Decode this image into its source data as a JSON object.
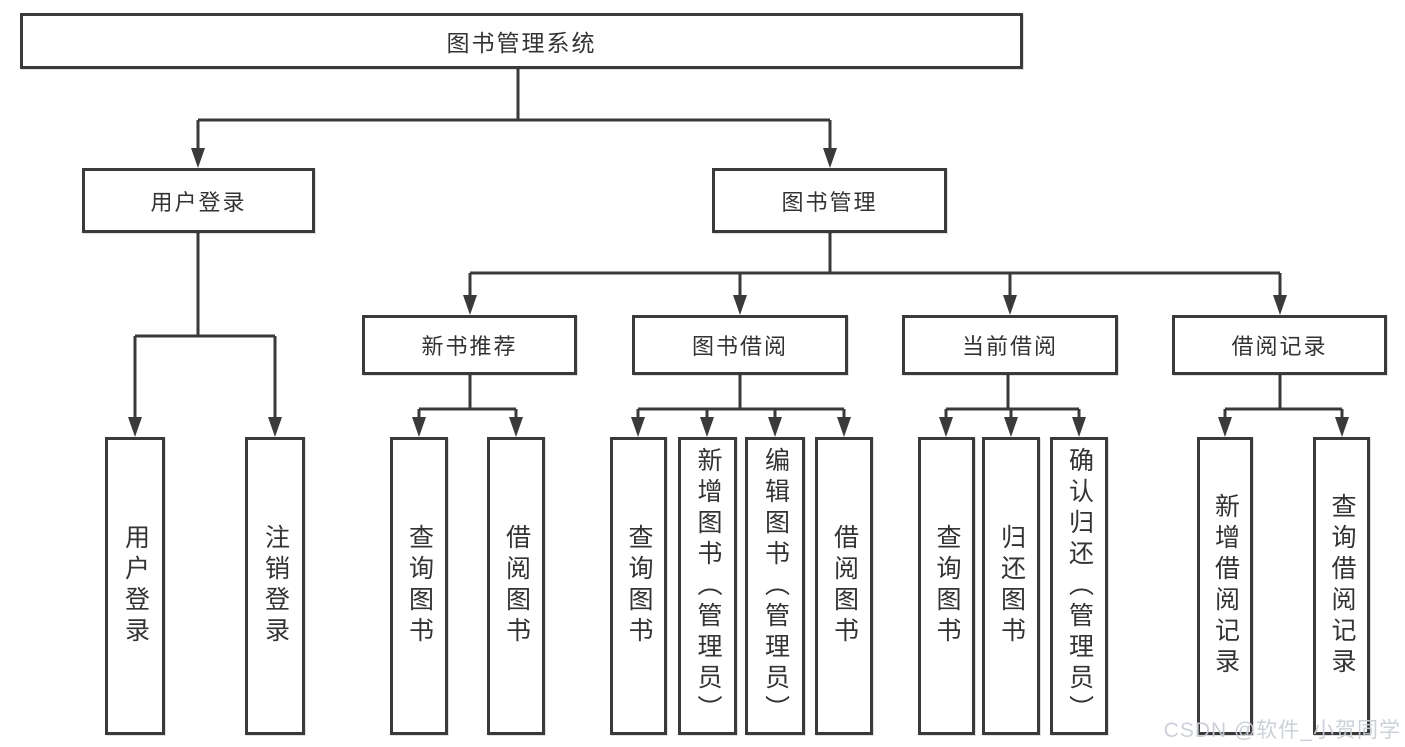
{
  "diagram": {
    "type": "hierarchy-tree",
    "colors": {
      "line": "#3a3a3a",
      "text": "#333333",
      "box_bg": "#ffffff",
      "watermark": "#c9ced6"
    },
    "nodes": {
      "root": "图书管理系统",
      "user_login": "用户登录",
      "book_mgmt": "图书管理",
      "new_book_rec": "新书推荐",
      "book_borrow": "图书借阅",
      "current_borrow": "当前借阅",
      "borrow_record": "借阅记录",
      "leaf_user_login": "用户登录",
      "leaf_logout": "注销登录",
      "leaf_query_book_1": "查询图书",
      "leaf_borrow_book_1": "借阅图书",
      "leaf_query_book_2": "查询图书",
      "leaf_add_book": "新增图书（管理员）",
      "leaf_edit_book": "编辑图书（管理员）",
      "leaf_borrow_book_2": "借阅图书",
      "leaf_query_book_3": "查询图书",
      "leaf_return_book": "归还图书",
      "leaf_confirm_return": "确认归还（管理员）",
      "leaf_add_record": "新增借阅记录",
      "leaf_query_record": "查询借阅记录"
    },
    "edges": [
      "root→user_login",
      "root→book_mgmt",
      "user_login→leaf_user_login",
      "user_login→leaf_logout",
      "book_mgmt→new_book_rec",
      "book_mgmt→book_borrow",
      "book_mgmt→current_borrow",
      "book_mgmt→borrow_record",
      "new_book_rec→leaf_query_book_1",
      "new_book_rec→leaf_borrow_book_1",
      "book_borrow→leaf_query_book_2",
      "book_borrow→leaf_add_book",
      "book_borrow→leaf_edit_book",
      "book_borrow→leaf_borrow_book_2",
      "current_borrow→leaf_query_book_3",
      "current_borrow→leaf_return_book",
      "current_borrow→leaf_confirm_return",
      "borrow_record→leaf_add_record",
      "borrow_record→leaf_query_record"
    ],
    "watermark": "CSDN @软件_小贺同学"
  }
}
